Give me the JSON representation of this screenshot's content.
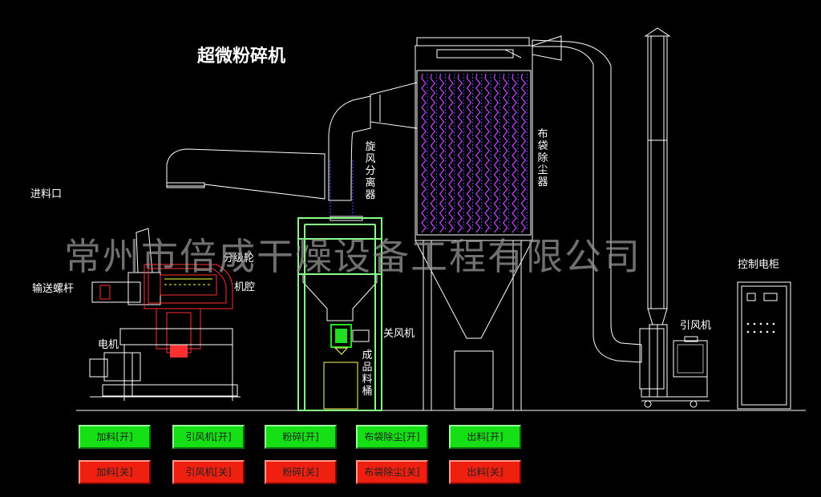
{
  "title": "超微粉碎机",
  "watermark": "常州市倍成干燥设备工程有限公司",
  "labels": {
    "feed_inlet": "进料口",
    "classifier_wheel": "分级轮",
    "screw_conveyor": "输送螺杆",
    "machine_chamber": "机腔",
    "motor": "电机",
    "cyclone": "旋风分离器",
    "bag_filter": "布袋除尘器",
    "airlock": "关风机",
    "product_bucket": "成品料桶",
    "fan": "引风机",
    "control_cabinet": "控制电柜"
  },
  "buttons": {
    "on": [
      "加料[开]",
      "引风机[开]",
      "粉碎[开]",
      "布袋除尘[开]",
      "出料[开]"
    ],
    "off": [
      "加料[关]",
      "引风机[关]",
      "粉碎[关]",
      "布袋除尘[关]",
      "出料[关]"
    ]
  },
  "colors": {
    "background": "#000000",
    "line": "#ffffff",
    "frame": "#88ff88",
    "filter_bag": "#cc44ff",
    "filter_wire": "#3355ff",
    "button_on": "#15e015",
    "button_off": "#f02010",
    "mill_red": "#ff3030",
    "airlock": "#22dd22"
  }
}
